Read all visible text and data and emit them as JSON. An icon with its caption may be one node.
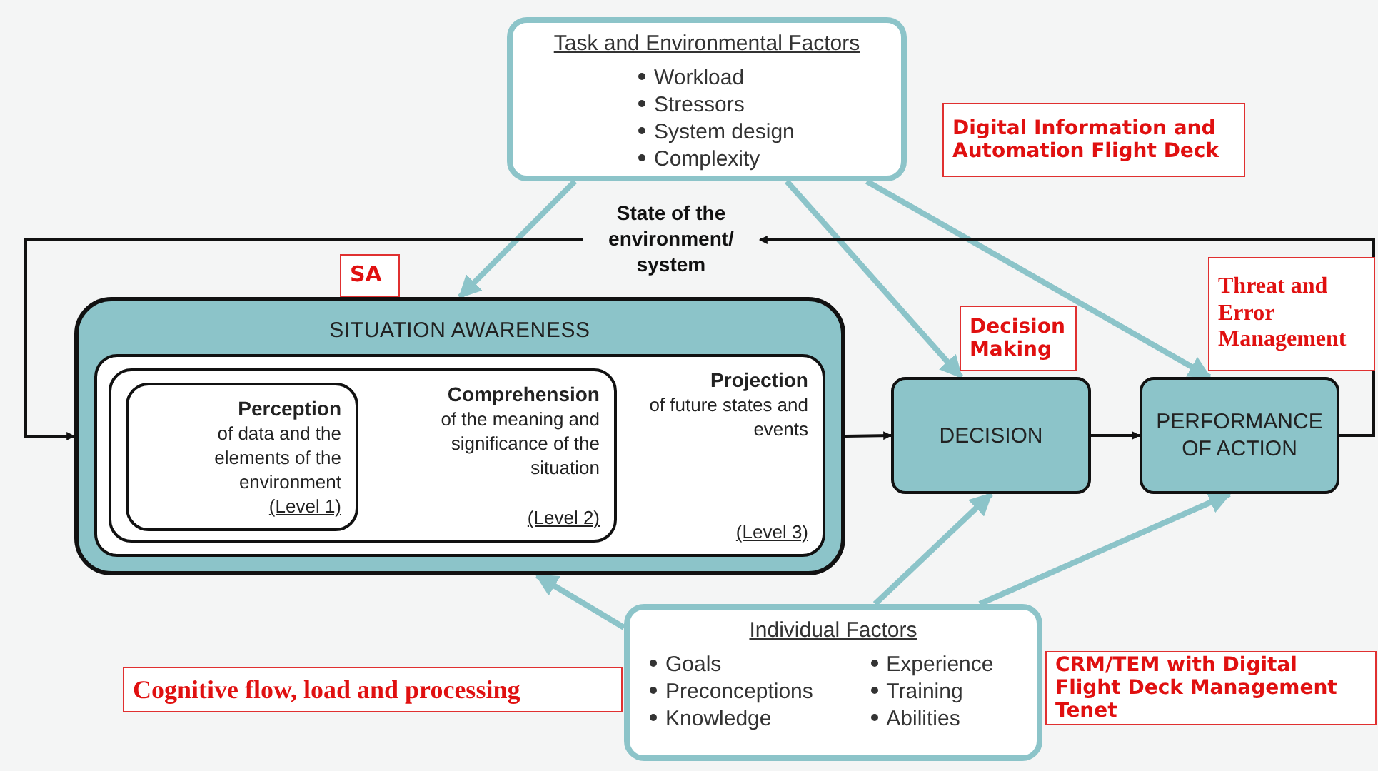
{
  "diagram": {
    "nodes": [
      {
        "text": [
          "Task and Environmental Factors",
          "Workload",
          "Stressors",
          "System design",
          "Complexity"
        ]
      },
      {
        "text": [
          "State of the environment/ system"
        ]
      },
      {
        "text": [
          "SITUATION AWARENESS"
        ]
      },
      {
        "text": [
          "Projection",
          "of future states and events",
          "(Level 3)"
        ],
        "in": 2
      },
      {
        "text": [
          "Comprehension",
          "of the meaning and significance of the situation",
          "(Level 2)"
        ],
        "in": 3
      },
      {
        "text": [
          "Perception",
          "of data and the elements of the environment",
          "(Level 1)"
        ],
        "in": 4
      },
      {
        "text": [
          "DECISION"
        ]
      },
      {
        "text": [
          "PERFORMANCE OF ACTION"
        ]
      },
      {
        "text": [
          "Individual Factors",
          "Goals",
          "Preconceptions",
          "Knowledge",
          "Experience",
          "Training",
          "Abilities"
        ]
      },
      {
        "text": [
          "SA"
        ]
      },
      {
        "text": [
          "Digital Information and Automation Flight Deck"
        ]
      },
      {
        "text": [
          "Decision Making"
        ]
      },
      {
        "text": [
          "Threat and Error Management"
        ]
      },
      {
        "text": [
          "Cognitive flow, load and processing"
        ]
      },
      {
        "text": [
          "CRM/TEM with Digital Flight Deck Management Tenet"
        ]
      }
    ],
    "edges": [
      {
        "from": 0,
        "to": 2,
        "arrow": "to"
      },
      {
        "from": 0,
        "to": 6,
        "arrow": "to"
      },
      {
        "from": 0,
        "to": 7,
        "arrow": "to"
      },
      {
        "from": 2,
        "to": 6,
        "arrow": "to",
        "color": "#111111"
      },
      {
        "from": 6,
        "to": 7,
        "arrow": "to",
        "color": "#111111"
      },
      {
        "from": 7,
        "to": 1,
        "arrow": "to",
        "color": "#111111"
      },
      {
        "from": 1,
        "to": 2,
        "arrow": "to",
        "color": "#111111"
      },
      {
        "from": 8,
        "to": 2,
        "arrow": "to"
      },
      {
        "from": 8,
        "to": 6,
        "arrow": "to"
      },
      {
        "from": 8,
        "to": 7,
        "arrow": "to"
      }
    ]
  }
}
